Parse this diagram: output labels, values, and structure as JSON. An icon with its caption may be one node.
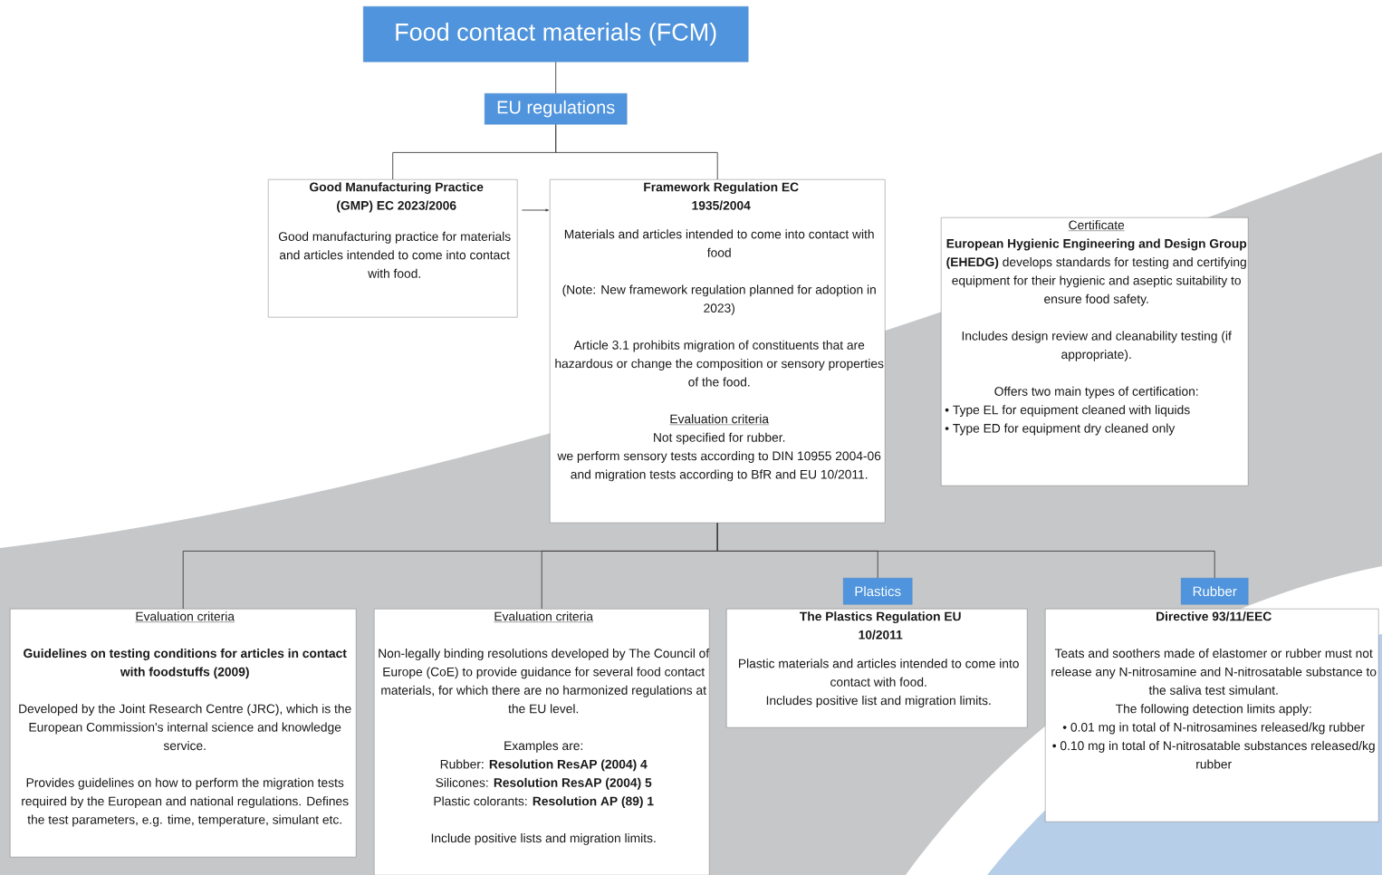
{
  "diagram": {
    "nodes": [
      {
        "text": [
          "Food contact materials (FCM)"
        ]
      },
      {
        "text": [
          "EU regulations"
        ]
      },
      {
        "text": [
          "Good Manufacturing Practice (GMP) EC 2023/2006",
          "Good manufacturing practice for materials and articles intended to come into contact with food."
        ]
      },
      {
        "text": [
          "Framework Regulation EC 1935/2004",
          "Materials and articles intended to come into contact with food",
          "(Note: New framework regulation planned for adoption in 2023)",
          "Article 3.1 prohibits migration of constituents that are hazardous or change the composition or sensory properties of the food.",
          "Evaluation criteria",
          "Not specified for rubber.",
          "we perform sensory tests according to DIN 10955 2004-06 and migration tests according to BfR and EU 10/2011."
        ]
      },
      {
        "text": [
          "Certificate",
          "**European Hygienic Engineering and Design Group (EHEDG)** develops standards for testing and certifying equipment for their hygienic and aseptic suitability to ensure food safety.",
          "Includes design review and cleanability testing (if appropriate).",
          "Offers two main types of certification:",
          "• Type EL for equipment cleaned with liquids",
          "• Type ED for equipment dry cleaned only"
        ]
      },
      {
        "text": [
          "Evaluation criteria",
          "Guidelines on testing conditions for articles in contact with foodstuffs (2009)",
          "Developed by the Joint Research Centre (JRC), which is the European Commission's internal science and knowledge service.",
          "Provides guidelines on how to perform the migration tests required by the European and national regulations. Defines the test parameters, e.g. time, temperature, simulant etc."
        ]
      },
      {
        "text": [
          "Evaluation criteria",
          "Non-legally binding resolutions developed by The Council of Europe (CoE) to provide guidance for several food contact materials, for which there are no harmonized regulations at the EU level.",
          "Examples are:",
          "Rubber: **Resolution ResAP (2004) 4**",
          "Silicones: **Resolution ResAP (2004) 5**",
          "Plastic colorants: **Resolution AP (89) 1**",
          "Include positive lists and migration limits."
        ]
      },
      {
        "text": [
          "Plastics"
        ]
      },
      {
        "text": [
          "The Plastics Regulation EU 10/2011",
          "Plastic materials and articles intended to come into contact with food.",
          "Includes positive list and migration limits."
        ]
      },
      {
        "text": [
          "Rubber"
        ]
      },
      {
        "text": [
          "Directive 93/11/EEC",
          "Teats and soothers made of elastomer or rubber must not release any N-nitrosamine and N-nitrosatable substance to the saliva test simulant.",
          "The following detection limits apply:",
          "• 0.01 mg in total of N-nitrosamines released/kg rubber",
          "• 0.10 mg in total of N-nitrosatable substances released/kg rubber"
        ]
      }
    ],
    "edges": [
      {
        "from": 0,
        "to": 1,
        "arrow": "none"
      },
      {
        "from": 1,
        "to": 2,
        "arrow": "none"
      },
      {
        "from": 1,
        "to": 3,
        "arrow": "none"
      },
      {
        "from": 2,
        "to": 3,
        "arrow": "to"
      },
      {
        "from": 3,
        "to": 5,
        "arrow": "none"
      },
      {
        "from": 3,
        "to": 6,
        "arrow": "none"
      },
      {
        "from": 3,
        "to": 7,
        "arrow": "none"
      },
      {
        "from": 3,
        "to": 9,
        "arrow": "none"
      }
    ]
  }
}
